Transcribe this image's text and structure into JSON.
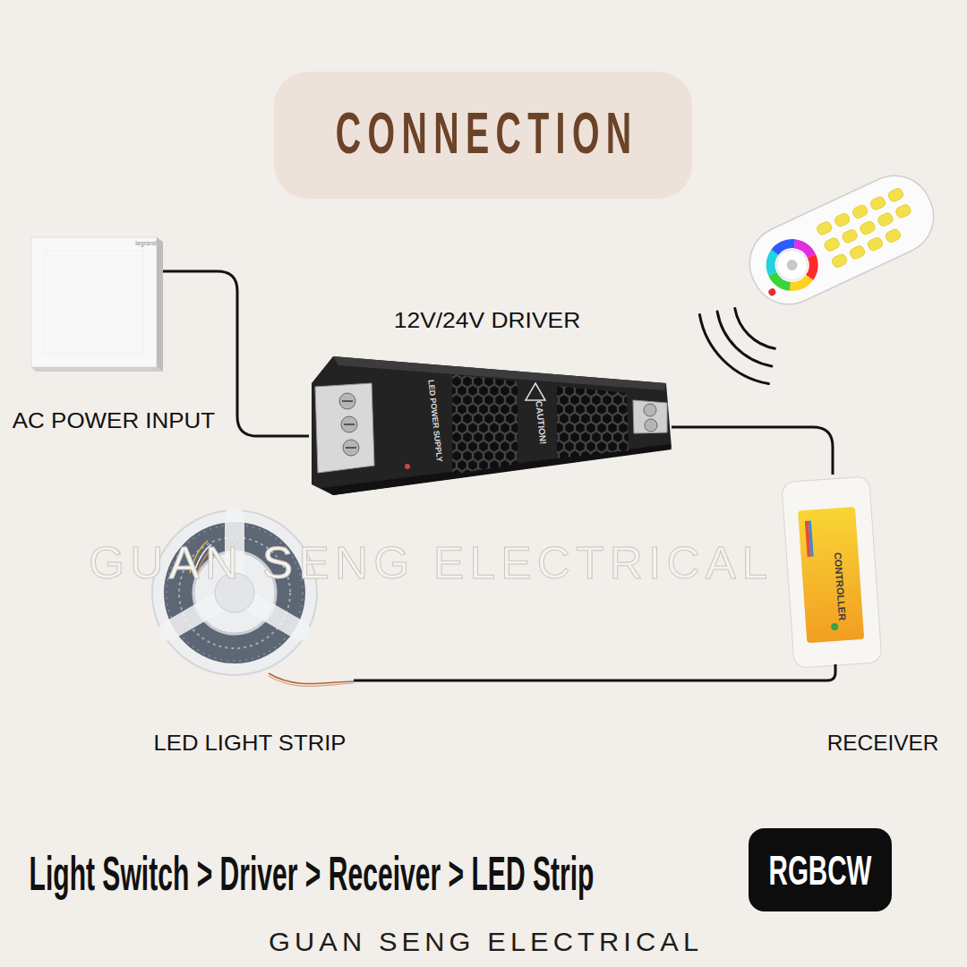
{
  "diagram": {
    "title": "CONNECTION",
    "caption": "Light Switch > Driver > Receiver > LED Strip",
    "nodes": [
      {
        "text": [
          "AC POWER INPUT"
        ]
      },
      {
        "text": [
          "12V/24V DRIVER"
        ]
      },
      {
        "text": [
          "RECEIVER"
        ]
      },
      {
        "text": [
          "LED LIGHT STRIP"
        ]
      },
      {
        "text": [
          "RGBCW"
        ]
      }
    ],
    "edges": [
      {
        "from": 0,
        "to": 1,
        "arrow": "none"
      },
      {
        "from": 1,
        "to": 2,
        "arrow": "none"
      },
      {
        "from": 2,
        "to": 3,
        "arrow": "none"
      }
    ],
    "labels": [
      "legrand",
      "LED POWER SUPPLY",
      "CAUTION!",
      "GUAN SENG ELECTRICAL",
      "CONTROLLER",
      "GUAN SENG ELECTRICAL"
    ]
  }
}
